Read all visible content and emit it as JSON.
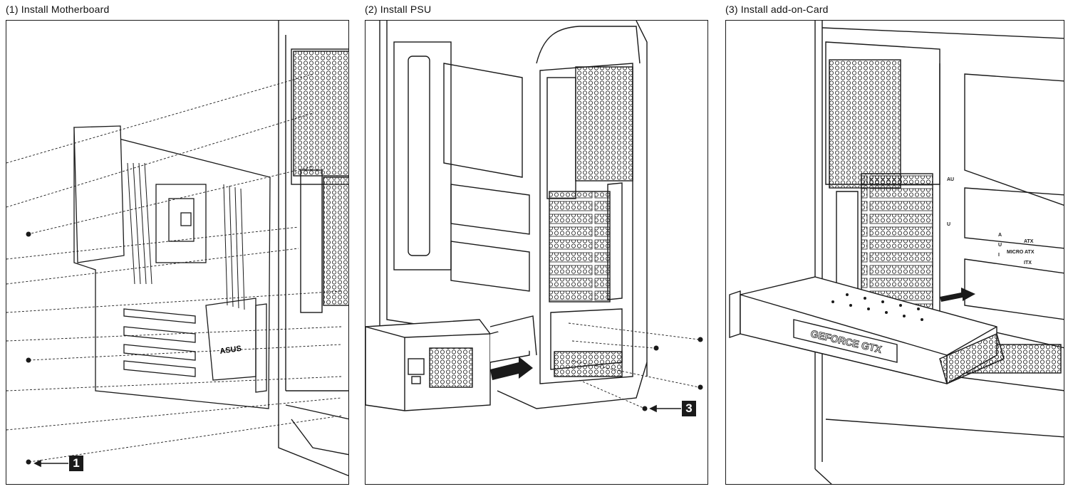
{
  "steps": [
    {
      "title": "(1) Install Motherboard",
      "callout": "1",
      "brand": "ASUS"
    },
    {
      "title": "(2) Install PSU",
      "callout": "3"
    },
    {
      "title": "(3) Install add-on-Card",
      "gpu_text": "GEFORCE GTX",
      "mount_labels": {
        "a": "A",
        "u": "U",
        "i": "I",
        "atx": "ATX",
        "micro_atx": "MICRO ATX",
        "itx": "ITX",
        "top_mark": "AU",
        "side_mark": "U"
      }
    }
  ],
  "colors": {
    "line": "#1a1a1a",
    "callout_bg": "#1a1a1a",
    "callout_text": "#ffffff"
  }
}
